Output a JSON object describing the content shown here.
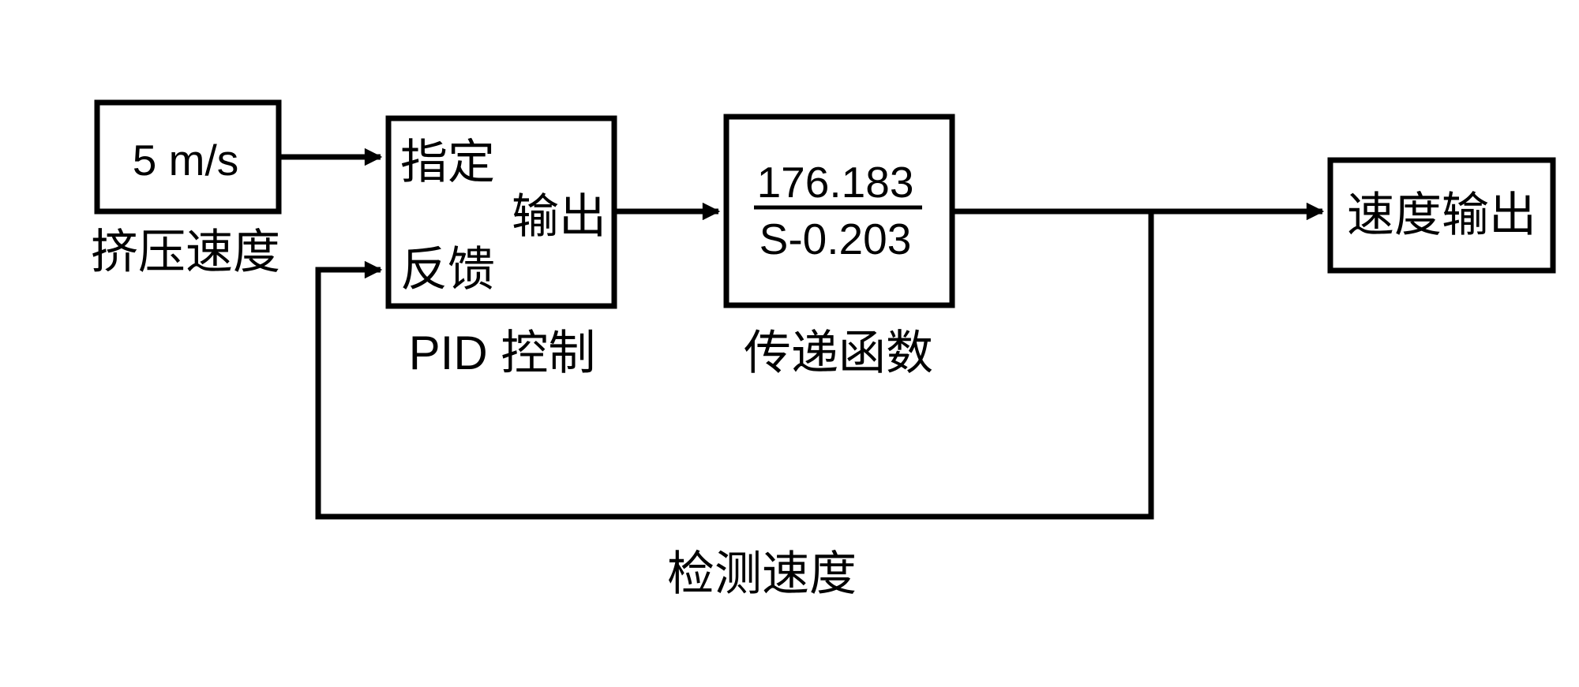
{
  "canvas": {
    "background": "#ffffff",
    "stroke_color": "#000000"
  },
  "blocks": {
    "setpoint": {
      "value": "5 m/s",
      "caption": "挤压速度"
    },
    "pid": {
      "port_setpoint": "指定",
      "port_output": "输出",
      "port_feedback": "反馈",
      "caption": "PID 控制"
    },
    "transfer_function": {
      "numerator": "176.183",
      "denominator": "S-0.203",
      "caption": "传递函数"
    },
    "velocity_output": {
      "label": "速度输出"
    }
  },
  "feedback": {
    "label": "检测速度"
  }
}
